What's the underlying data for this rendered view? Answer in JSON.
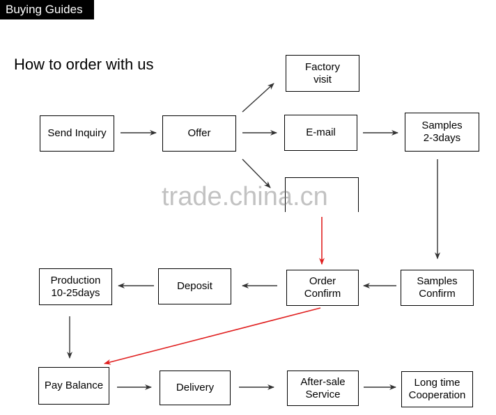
{
  "header": {
    "tab_label": "Buying Guides"
  },
  "title": "How to order with us",
  "steps": {
    "send_inquiry": "Send Inquiry",
    "offer": "Offer",
    "factory_visit": "Factory\nvisit",
    "email": "E-mail",
    "samples": "Samples\n2-3days",
    "samples_confirm": "Samples\nConfirm",
    "order_confirm": "Order\nConfirm",
    "deposit": "Deposit",
    "production": "Production\n10-25days",
    "pay_balance": "Pay Balance",
    "delivery": "Delivery",
    "after_sale": "After-sale\nService",
    "long_time": "Long time\nCooperation",
    "hidden_step": ""
  },
  "watermark": "trade.china.cn",
  "colors": {
    "arrow": "#333333",
    "highlight_arrow": "#e02020",
    "tab_bg": "#000000"
  }
}
